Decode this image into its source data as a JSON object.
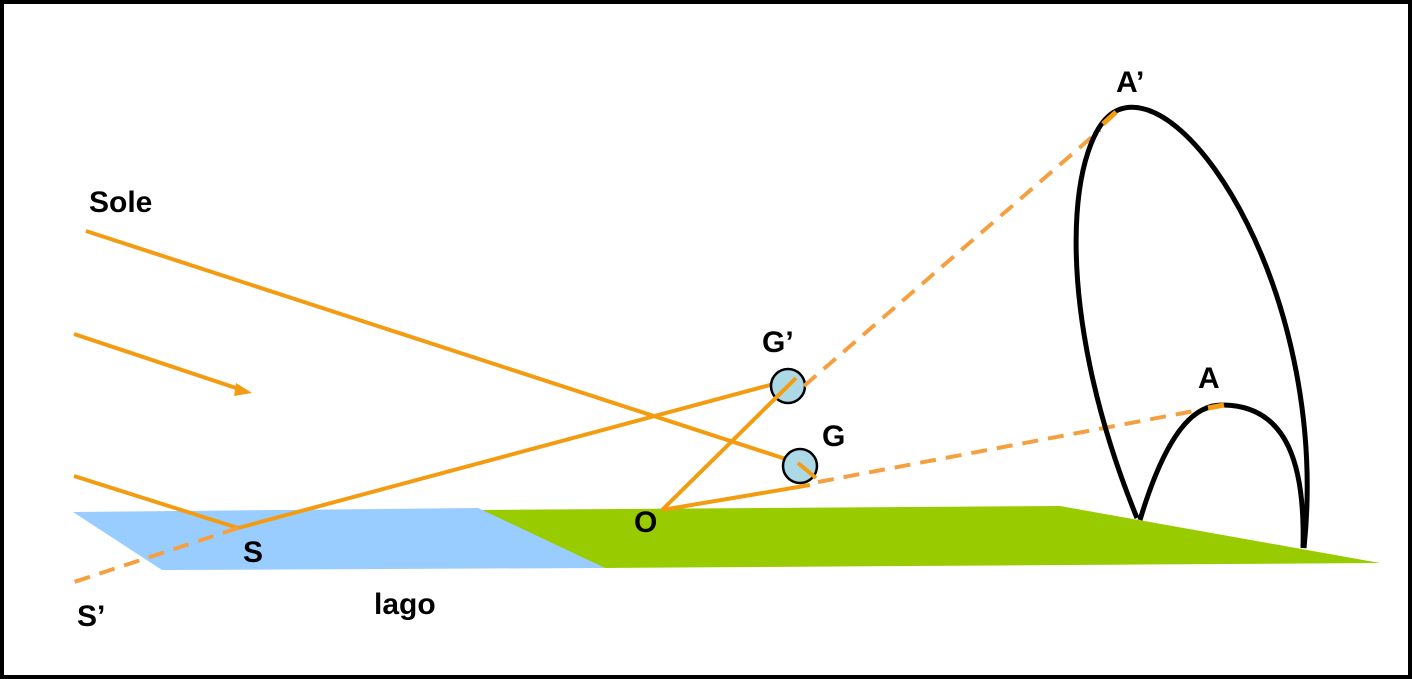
{
  "labels": {
    "sun": "Sole",
    "reflection_point": "S",
    "virtual_sun": "S’",
    "lake": "lago",
    "observer": "O",
    "drop_primary": "G",
    "drop_secondary": "G’",
    "arc_primary": "A",
    "arc_secondary": "A’"
  },
  "colors": {
    "ray": "#f39c12",
    "ray_dashed": "#f5a040",
    "lake": "#99ccff",
    "ground": "#99cc00",
    "drop": "#add8e6",
    "outline": "#000000"
  }
}
